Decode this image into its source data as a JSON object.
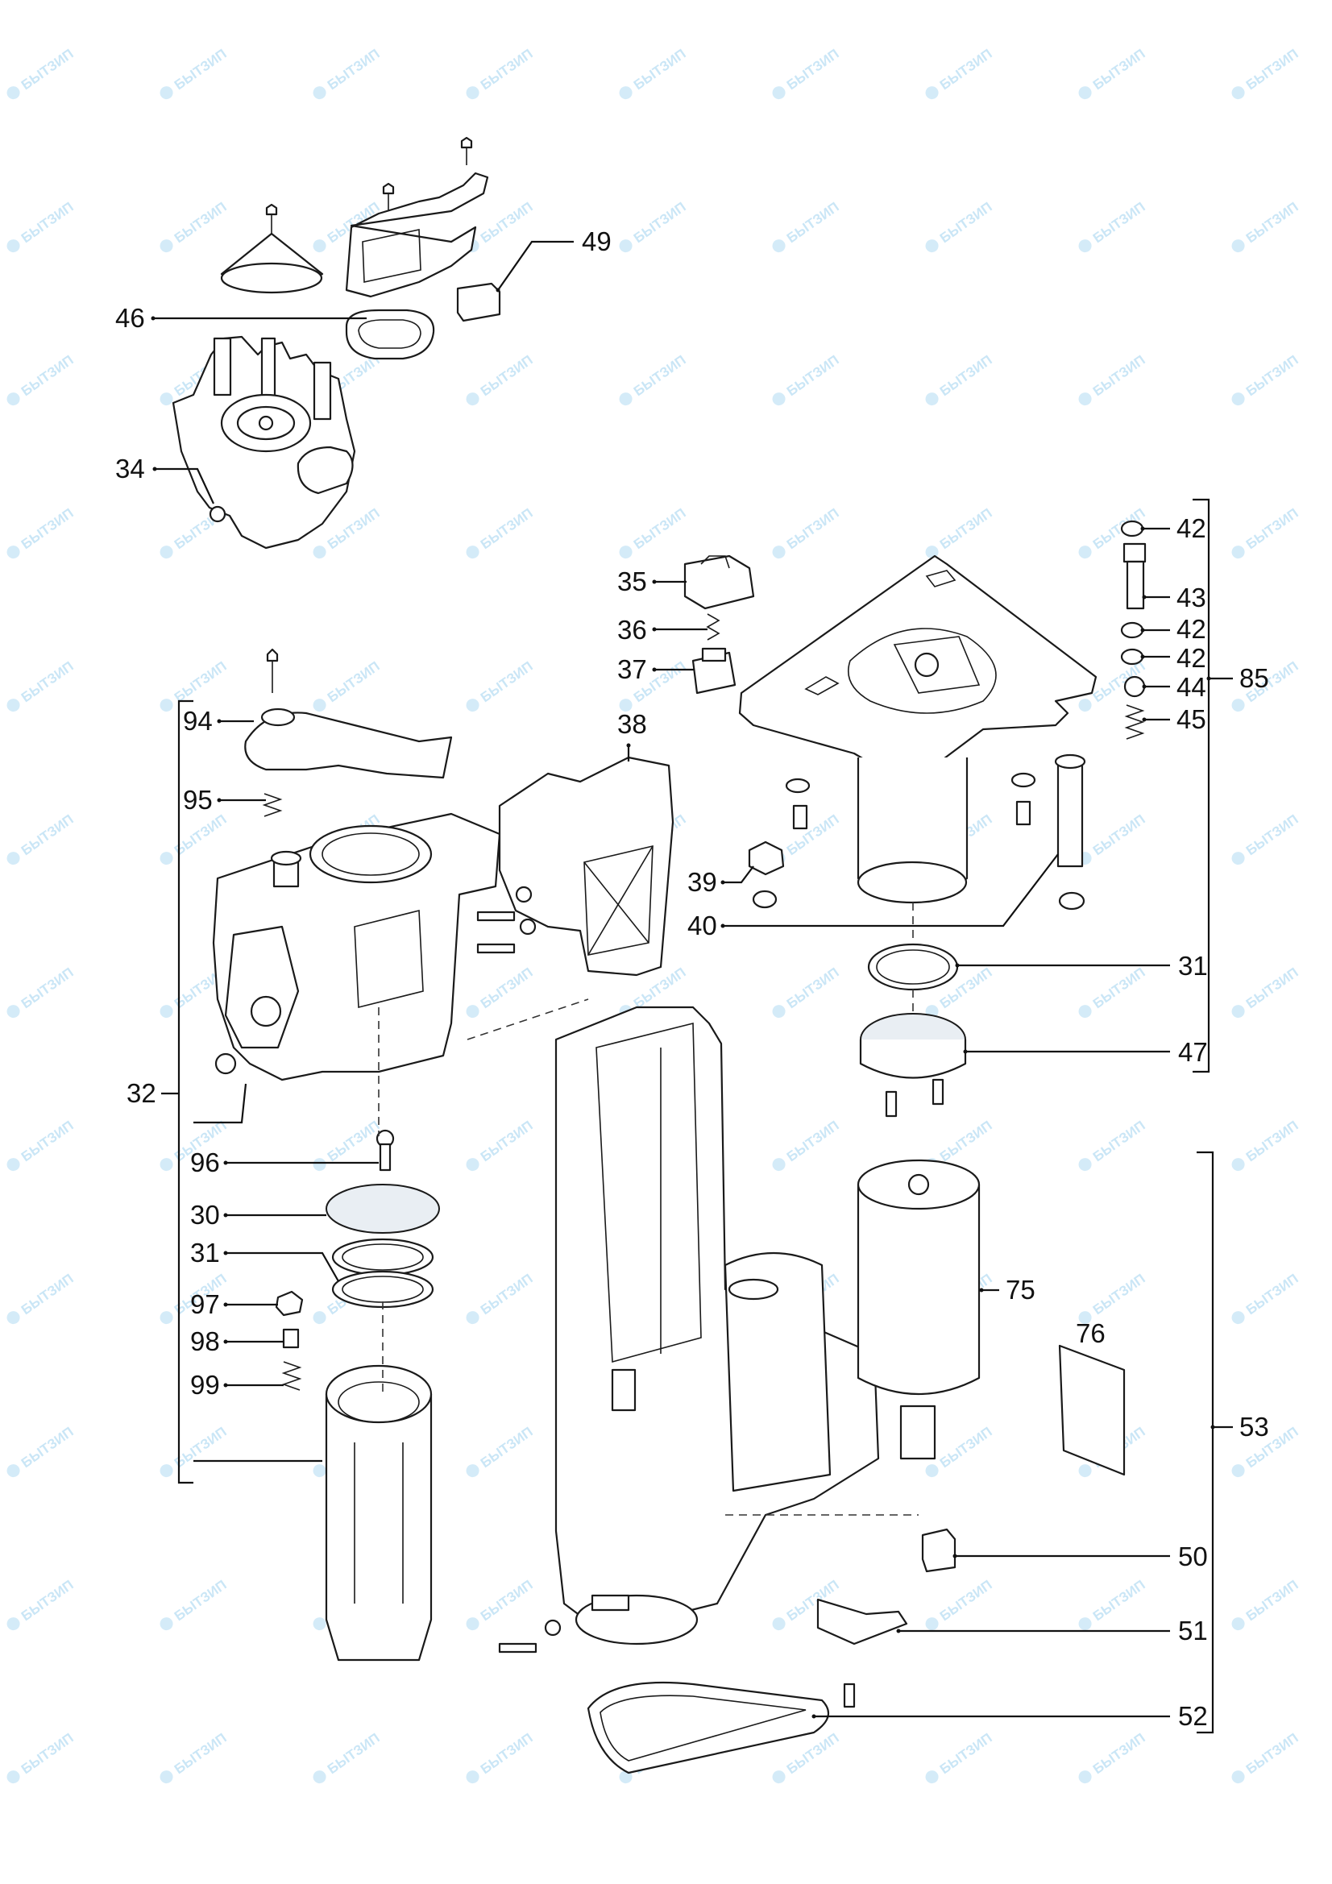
{
  "title": "",
  "watermark": {
    "text": "БЫТЗИП",
    "color": "#9fd2f0"
  },
  "colors": {
    "line": "#1a1a1a",
    "background": "#ffffff",
    "highlight": "#e9eef3"
  },
  "callouts": [
    {
      "id": "49",
      "label": "49"
    },
    {
      "id": "46",
      "label": "46"
    },
    {
      "id": "34",
      "label": "34"
    },
    {
      "id": "42a",
      "label": "42"
    },
    {
      "id": "43",
      "label": "43"
    },
    {
      "id": "42b",
      "label": "42"
    },
    {
      "id": "42c",
      "label": "42"
    },
    {
      "id": "44",
      "label": "44"
    },
    {
      "id": "45",
      "label": "45"
    },
    {
      "id": "85",
      "label": "85"
    },
    {
      "id": "35",
      "label": "35"
    },
    {
      "id": "36",
      "label": "36"
    },
    {
      "id": "37",
      "label": "37"
    },
    {
      "id": "38",
      "label": "38"
    },
    {
      "id": "94",
      "label": "94"
    },
    {
      "id": "95",
      "label": "95"
    },
    {
      "id": "39",
      "label": "39"
    },
    {
      "id": "40",
      "label": "40"
    },
    {
      "id": "31a",
      "label": "31"
    },
    {
      "id": "47",
      "label": "47"
    },
    {
      "id": "32",
      "label": "32"
    },
    {
      "id": "96",
      "label": "96"
    },
    {
      "id": "30",
      "label": "30"
    },
    {
      "id": "31b",
      "label": "31"
    },
    {
      "id": "97",
      "label": "97"
    },
    {
      "id": "98",
      "label": "98"
    },
    {
      "id": "99",
      "label": "99"
    },
    {
      "id": "75",
      "label": "75"
    },
    {
      "id": "76",
      "label": "76"
    },
    {
      "id": "53",
      "label": "53"
    },
    {
      "id": "50",
      "label": "50"
    },
    {
      "id": "51",
      "label": "51"
    },
    {
      "id": "52",
      "label": "52"
    }
  ]
}
